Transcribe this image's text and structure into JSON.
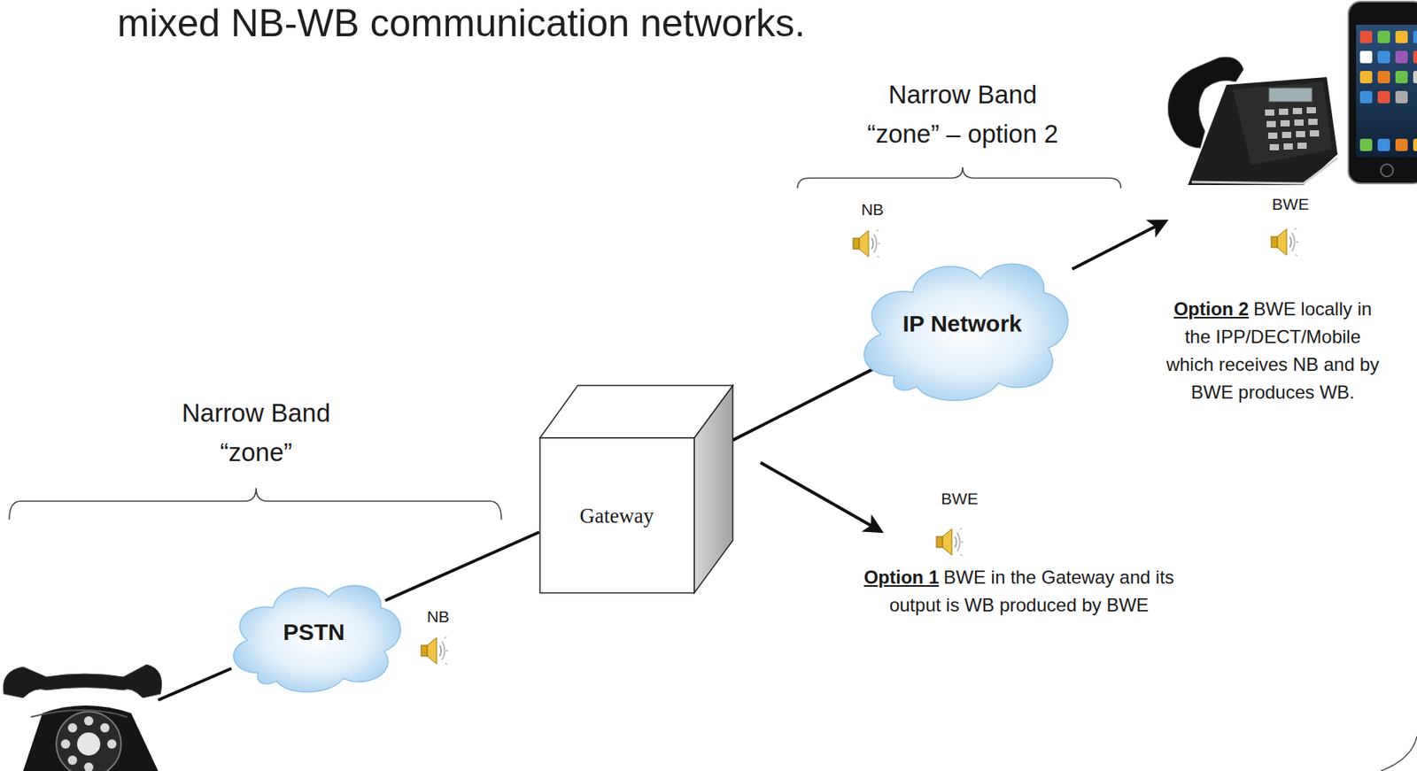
{
  "diagram": {
    "title": "mixed NB-WB communication networks.",
    "nodes": [
      {
        "text": [
          "PSTN"
        ]
      },
      {
        "text": [
          "Gateway"
        ]
      },
      {
        "text": [
          "IP Network"
        ]
      }
    ],
    "edges": [
      {
        "from": 0,
        "to": 1,
        "arrow": "none"
      },
      {
        "from": 1,
        "to": 2,
        "arrow": "none"
      }
    ],
    "labels": [
      "Narrow Band “zone” – option 2",
      "NB",
      "BWE",
      "Option 2",
      "BWE locally in the IPP/DECT/Mobile which receives NB and by BWE produces WB.",
      "Narrow Band “zone”",
      "BWE",
      "Option 1",
      "BWE in the Gateway and its output is WB produced by BWE",
      "NB"
    ]
  }
}
